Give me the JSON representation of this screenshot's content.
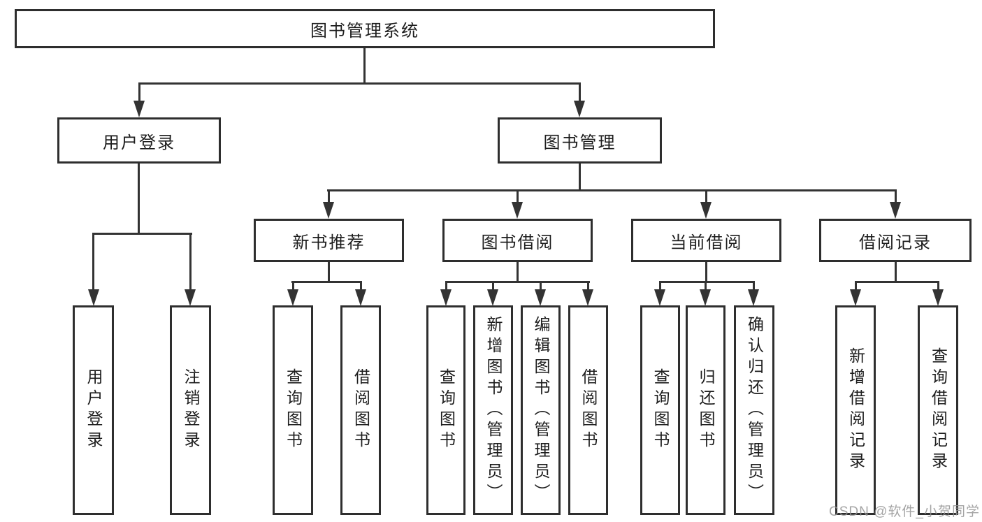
{
  "colors": {
    "line": "#333333",
    "box_border": "#2e2e2e",
    "text": "#1d1d1d",
    "watermark": "#949494",
    "background": "#ffffff"
  },
  "watermark": {
    "text": "CSDN @软件_小贺同学"
  },
  "tree": {
    "root": {
      "label": "图书管理系统"
    },
    "branches": [
      {
        "label": "用户登录",
        "children": [
          {
            "label": "用户登录"
          },
          {
            "label": "注销登录"
          }
        ]
      },
      {
        "label": "图书管理",
        "children": [
          {
            "label": "新书推荐",
            "children": [
              {
                "label": "查询图书"
              },
              {
                "label": "借阅图书"
              }
            ]
          },
          {
            "label": "图书借阅",
            "children": [
              {
                "label": "查询图书"
              },
              {
                "label": "新增图书（管理员）"
              },
              {
                "label": "编辑图书（管理员）"
              },
              {
                "label": "借阅图书"
              }
            ]
          },
          {
            "label": "当前借阅",
            "children": [
              {
                "label": "查询图书"
              },
              {
                "label": "归还图书"
              },
              {
                "label": "确认归还（管理员）"
              }
            ]
          },
          {
            "label": "借阅记录",
            "children": [
              {
                "label": "新增借阅记录"
              },
              {
                "label": "查询借阅记录"
              }
            ]
          }
        ]
      }
    ]
  }
}
